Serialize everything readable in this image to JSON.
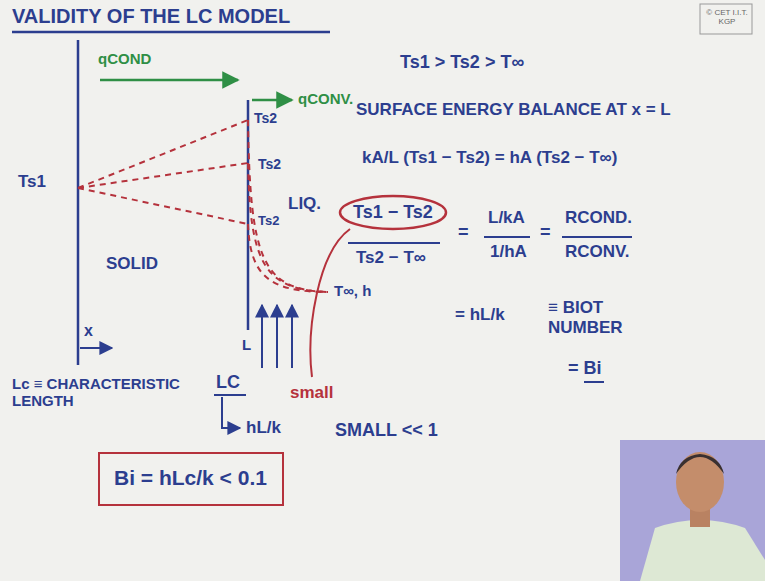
{
  "diagram": {
    "title": "VALIDITY OF THE LC MODEL",
    "nodes": [
      {
        "text": [
          "Ts1 − Ts2"
        ]
      },
      {
        "text": [
          "Bi = hLc/k < 0.1"
        ]
      }
    ],
    "labels": [
      "© CET I.I.T. KGP",
      "qCOND",
      "qCONV.",
      "Ts1",
      "Ts2",
      "Ts2",
      "Ts2",
      "LIQ.",
      "SOLID",
      "T∞, h",
      "x",
      "L",
      "Ts1 > Ts2 > T∞",
      "SURFACE ENERGY BALANCE AT x = L",
      "kA/L (Ts1 − Ts2) = hA (Ts2 − T∞)",
      "Ts2 − T∞",
      "=",
      "L/kA",
      "1/hA",
      "=",
      "RCOND.",
      "RCONV.",
      "= hL/k",
      "≡ BIOT NUMBER",
      "= Bi",
      "small",
      "Lc ≡ CHARACTERISTIC LENGTH",
      "LC",
      "hL/k",
      "SMALL << 1"
    ]
  }
}
